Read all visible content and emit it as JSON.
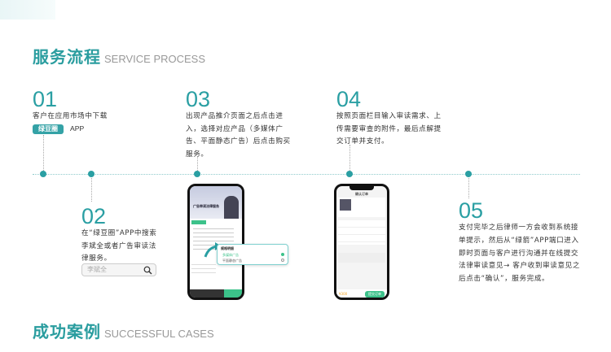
{
  "section1": {
    "title_cn": "服务流程",
    "title_en": "SERVICE PROCESS"
  },
  "section2": {
    "title_cn": "成功案例",
    "title_en": "SUCCESSFUL CASES"
  },
  "steps": [
    {
      "num": "01",
      "text": "客户在应用市场中下载",
      "badge": "绿豆圈",
      "suffix": "APP"
    },
    {
      "num": "02",
      "text": "在“绿豆圈”APP中搜索李斌全或者广告审读法律服务。",
      "search_value": "李斌全"
    },
    {
      "num": "03",
      "text": "出现产品推介页面之后点击进入，选择对应产品（多媒体广告、平面静态广告）后点击购买服务。"
    },
    {
      "num": "04",
      "text": "按照页面栏目输入审读需求、上传需要审查的附件，最后点解提交订单并支付。"
    },
    {
      "num": "05",
      "text": "支付完毕之后律师一方会收到系统接单提示，然后从“绿箭”APP端口进入即时页面与客户进行沟通并在线提交法律审读意见→ 客户收到审读意见之后点击“确认”，服务完成。"
    }
  ],
  "phone1": {
    "banner_title": "广告审读法律服务",
    "popup_title": "规格明细",
    "option1": "多媒体广告",
    "option2": "平面静态广告"
  },
  "phone2": {
    "header": "确认订单",
    "price": "¥300",
    "submit": "提交订单"
  },
  "colors": {
    "accent": "#2a9fa3",
    "green": "#3cc28a"
  }
}
